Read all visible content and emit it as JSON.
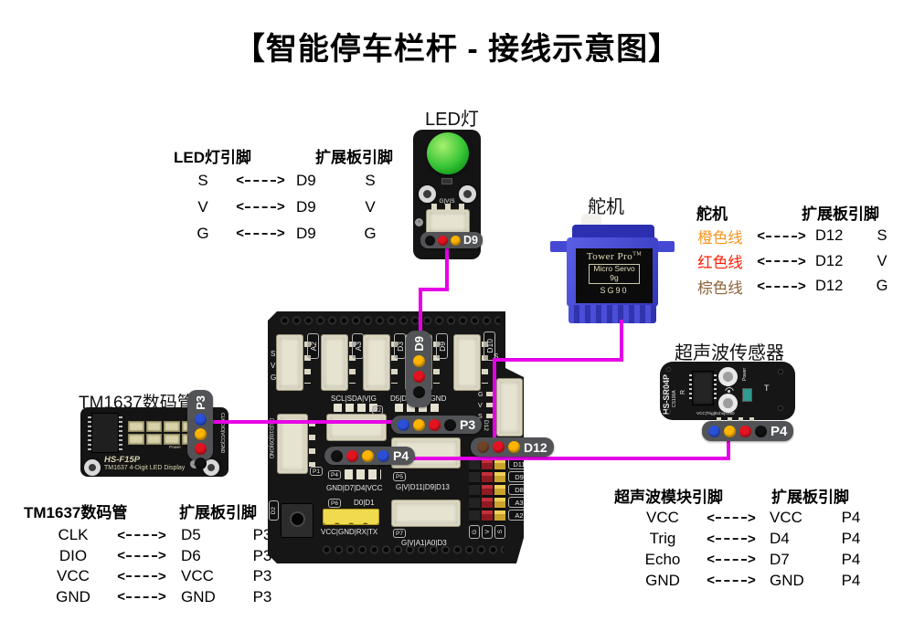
{
  "title": "【智能停车栏杆 - 接线示意图】",
  "colors": {
    "wire": "#e600e6",
    "black": "#101010",
    "red": "#e31420",
    "yellow": "#ffb400",
    "blue": "#2b50d8",
    "brown": "#6f4426"
  },
  "led_module": {
    "title": "LED灯",
    "pins": "G|V|S",
    "tag": "D9",
    "tag_dots": [
      "black",
      "red",
      "yellow"
    ]
  },
  "servo_module": {
    "title": "舵机",
    "brand": "Tower Pro",
    "tm": "TM",
    "line1": "Micro Servo",
    "line2": "9g",
    "line3": "SG90"
  },
  "ultra_module": {
    "title": "超声波传感器",
    "model": "HS-SR04P",
    "model_sub": "CS100A",
    "r": "R",
    "t": "T",
    "power": "Power",
    "pins": "VCC|Trig|Echo|GND",
    "tag": "P4",
    "tag_dots": [
      "blue",
      "yellow",
      "red",
      "black"
    ]
  },
  "tm1637_module": {
    "title": "TM1637数码管",
    "model": "HS-F15P",
    "desc": "TM1637 4-Digit LED Display",
    "power": "Power",
    "side": "CLK|DIO|VCC|GND",
    "tag": "P3",
    "tag_dots": [
      "blue",
      "yellow",
      "red",
      "black"
    ]
  },
  "led_table": {
    "header_left": "LED灯引脚",
    "header_right": "扩展板引脚",
    "rows": [
      {
        "pin": "S",
        "target": "D9",
        "board": "S"
      },
      {
        "pin": "V",
        "target": "D9",
        "board": "V"
      },
      {
        "pin": "G",
        "target": "D9",
        "board": "G"
      }
    ]
  },
  "servo_table": {
    "header_left": "舵机",
    "header_right": "扩展板引脚",
    "rows": [
      {
        "pin": "橙色线",
        "color": "#f7941d",
        "target": "D12",
        "board": "S"
      },
      {
        "pin": "红色线",
        "color": "#ff1c00",
        "target": "D12",
        "board": "V"
      },
      {
        "pin": "棕色线",
        "color": "#8c6239",
        "target": "D12",
        "board": "G"
      }
    ]
  },
  "tm1637_table": {
    "header_left": "TM1637数码管",
    "header_right": "扩展板引脚",
    "rows": [
      {
        "pin": "CLK",
        "target": "D5",
        "board": "P3"
      },
      {
        "pin": "DIO",
        "target": "D6",
        "board": "P3"
      },
      {
        "pin": "VCC",
        "target": "VCC",
        "board": "P3"
      },
      {
        "pin": "GND",
        "target": "GND",
        "board": "P3"
      }
    ]
  },
  "ultra_table": {
    "header_left": "超声波模块引脚",
    "header_right": "扩展板引脚",
    "rows": [
      {
        "pin": "VCC",
        "target": "VCC",
        "board": "P4"
      },
      {
        "pin": "Trig",
        "target": "D4",
        "board": "P4"
      },
      {
        "pin": "Echo",
        "target": "D7",
        "board": "P4"
      },
      {
        "pin": "GND",
        "target": "GND",
        "board": "P4"
      }
    ]
  },
  "board": {
    "top_labels": [
      "A2",
      "A3",
      "D3",
      "D9",
      "D10"
    ],
    "left_pins": [
      "S",
      "V",
      "G"
    ],
    "right_top_pin": "S",
    "scl_header": "SCL|SDA|V|G",
    "d5_header": "D5|D6|VCC|GND",
    "p1_silk": "P1",
    "p2_silk": "P2",
    "p4_silk": "P4",
    "p5_silk": "P5",
    "p6_silk": "P6",
    "p7_silk": "P7",
    "d2_silk": "D2",
    "left_side_text": "D1|D10|D9|GND",
    "p4_pins": "GND|D7|D4|VCC",
    "p5_pins": "G|V|D11|D9|D13",
    "p6_top": "D0|D1",
    "p6_pins": "VCC|GND|RX|TX",
    "p7_pins": "G|V|A1|A0|D3",
    "right_conn_pins": [
      "G",
      "V",
      "S"
    ],
    "right_conn_silk": "D12",
    "header_rows": [
      "D11",
      "D9",
      "D8",
      "A3",
      "A2"
    ],
    "header_cols": [
      "G",
      "V",
      "S"
    ],
    "tag_d9": "D9",
    "tag_d9_dots": [
      "yellow",
      "red",
      "black"
    ],
    "tag_p3": "P3",
    "tag_p3_dots": [
      "blue",
      "yellow",
      "red",
      "black"
    ],
    "tag_p4": "P4",
    "tag_p4_dots": [
      "black",
      "red",
      "yellow",
      "blue"
    ],
    "tag_d12": "D12",
    "tag_d12_dots": [
      "brown",
      "red",
      "yellow"
    ]
  }
}
